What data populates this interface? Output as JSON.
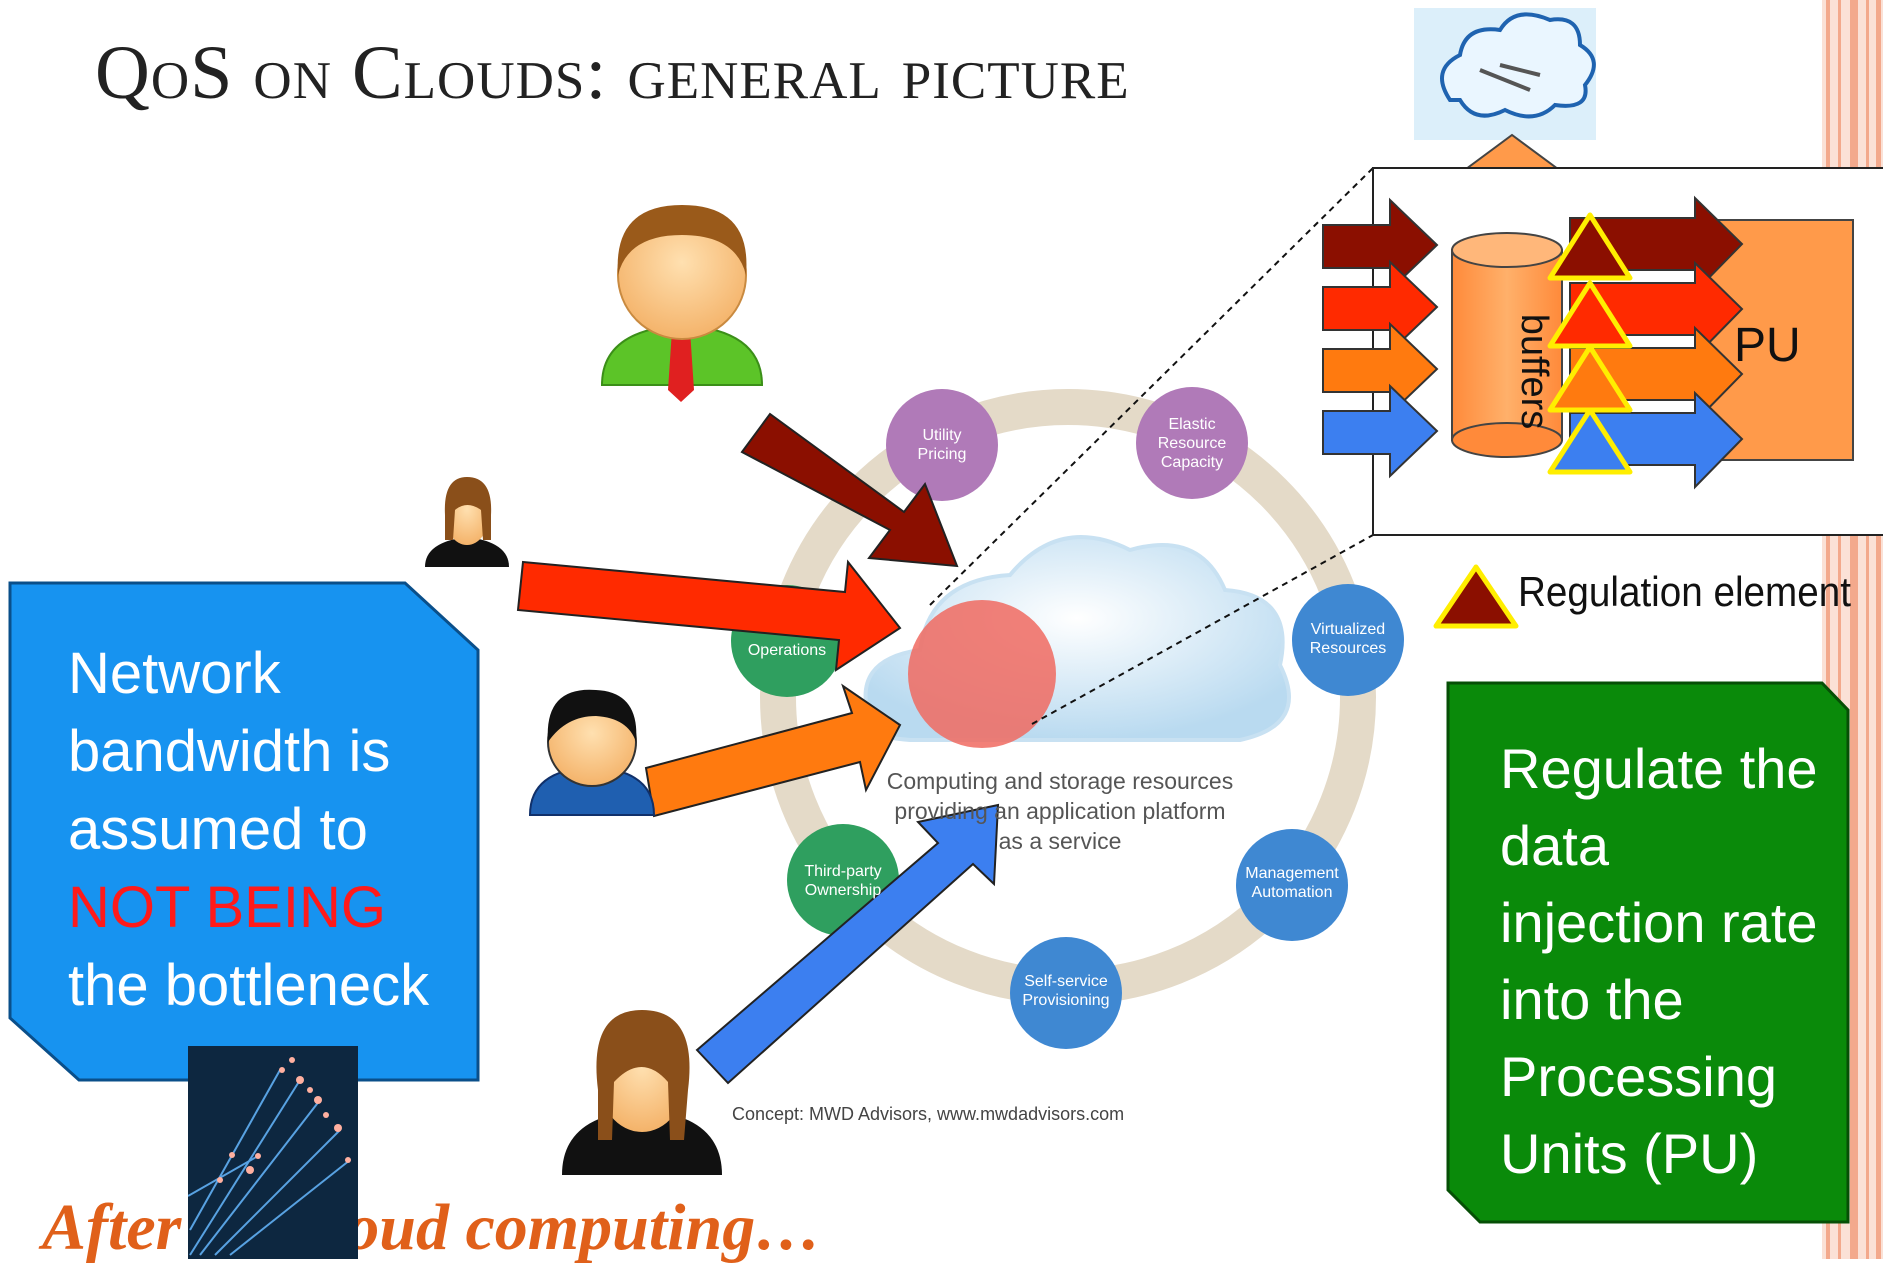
{
  "title": "QoS on Clouds: general picture",
  "network_box": {
    "line1": "Network",
    "line2": "bandwidth is",
    "line3": "assumed to",
    "line4_highlight": "NOT BEING",
    "line5": "the bottleneck"
  },
  "regulate_box": {
    "text_lines": [
      "Regulate the",
      "data",
      "injection rate",
      "into the",
      "Processing",
      "Units (PU)"
    ]
  },
  "legend": {
    "label": "Regulation element"
  },
  "detail": {
    "pu_label": "PU",
    "buffers_label": "buffers"
  },
  "cloud_diagram": {
    "center_text_lines": [
      "Computing and storage resources",
      "providing an application platform",
      "as a service"
    ],
    "nodes": [
      {
        "label": "Utility\nPricing",
        "color": "#b07ab8"
      },
      {
        "label": "Elastic\nResource\nCapacity",
        "color": "#b07ab8"
      },
      {
        "label": "Virtualized\nResources",
        "color": "#3f88d2"
      },
      {
        "label": "Management\nAutomation",
        "color": "#3f88d2"
      },
      {
        "label": "Self-service\nProvisioning",
        "color": "#3f88d2"
      },
      {
        "label": "Third-party\nOwnership",
        "color": "#2f9f5f"
      },
      {
        "label": "Operations",
        "color": "#2f9f5f"
      }
    ],
    "credit": "Concept: MWD Advisors, www.mwdadvisors.com"
  },
  "footer": "After the cloud computing…",
  "colors": {
    "network_box": "#1793f0",
    "regulate_box": "#0a8a0a",
    "arrow_darkred": "#8b0f00",
    "arrow_red": "#ff2a00",
    "arrow_orange": "#ff7a0f",
    "arrow_blue": "#3c7ff0",
    "pu": "#ff9a4a",
    "regulation_triangle_border": "#ffee00",
    "right_stripes": "#f6b39a"
  }
}
